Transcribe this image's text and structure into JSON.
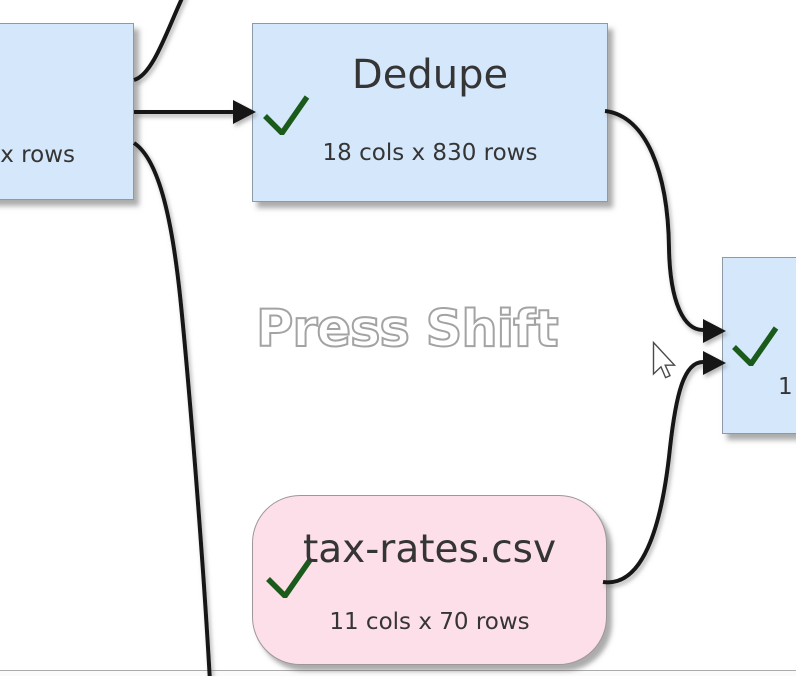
{
  "watermark": {
    "text": "Press Shift"
  },
  "nodes": {
    "left_partial": {
      "subtitle_fragment": "x rows",
      "type": "process-node-partially-offscreen-left"
    },
    "dedupe": {
      "title": "Dedupe",
      "subtitle": "18 cols x 830 rows",
      "status_icon": "checkmark-icon"
    },
    "right_partial": {
      "subtitle_fragment": "1",
      "status_icon": "checkmark-icon",
      "type": "process-node-partially-offscreen-right"
    },
    "tax_rates": {
      "title": "tax-rates.csv",
      "subtitle": "11 cols x 70 rows",
      "status_icon": "checkmark-icon"
    }
  },
  "icons": {
    "checkmark": "checkmark-icon",
    "cursor": "mouse-arrow-cursor"
  },
  "colors": {
    "node_blue_fill": "#d5e7fb",
    "node_blue_border": "#8d99a7",
    "node_pink_fill": "#fcdfe9",
    "node_pink_border": "#9e969b",
    "connector": "#141414",
    "check_green": "#1a5a1a",
    "watermark_outline": "#a3a3a3",
    "text": "#353535"
  }
}
